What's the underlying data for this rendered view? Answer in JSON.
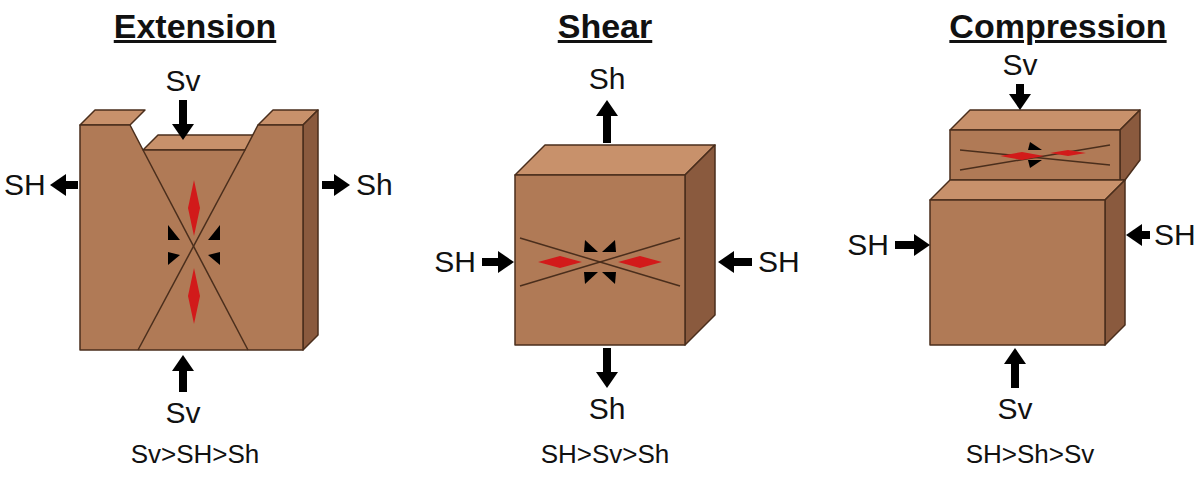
{
  "diagram": {
    "labels": [
      "Extension",
      "Shear",
      "Compression",
      "Sv",
      "SH",
      "Sh",
      "Sv",
      "Sv>SH>Sh",
      "Sh",
      "SH",
      "SH",
      "Sh",
      "SH>Sv>Sh",
      "Sv",
      "SH",
      "SH",
      "Sv",
      "SH>Sh>Sv"
    ]
  }
}
